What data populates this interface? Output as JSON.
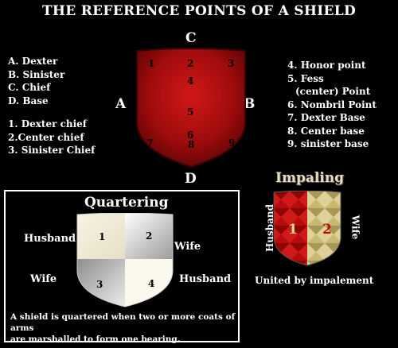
{
  "title": "THE REFERENCE POINTS OF A SHIELD",
  "edges": {
    "top": "C",
    "left": "A",
    "right": "B",
    "bottom": "D"
  },
  "shield_points": [
    "1",
    "2",
    "3",
    "4",
    "5",
    "6",
    "7",
    "8",
    "9"
  ],
  "legend_left": [
    "A. Dexter",
    "B.  Sinister",
    "C. Chief",
    "D. Base",
    "1. Dexter chief",
    "2.Center chief",
    "3. Sinister Chief"
  ],
  "legend_right": [
    "4. Honor point",
    "5. Fess",
    "(center) Point",
    "6. Nombril Point",
    "7. Dexter Base",
    "8. Center base",
    "9. sinister base"
  ],
  "quartering": {
    "title": "Quartering",
    "labels": {
      "top_left": "Husband",
      "top_right": "Wife",
      "bottom_left": "Wife",
      "bottom_right": "Husband"
    },
    "numbers": [
      "1",
      "2",
      "3",
      "4"
    ],
    "note_line1": "A shield  is quartered when two or more coats of arms",
    "note_line2": "are marshalled  to form one bearing."
  },
  "impaling": {
    "title": "Impaling",
    "left_label": "Husband",
    "right_label": "Wife",
    "numbers": [
      "1",
      "2"
    ],
    "caption": "United by impalement"
  },
  "colors": {
    "red": "#c01010",
    "gold": "#c8b870",
    "dark": "#000000"
  }
}
